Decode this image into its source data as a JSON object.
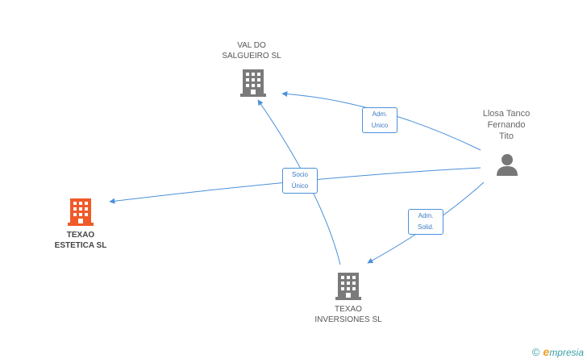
{
  "colors": {
    "edge": "#4a90d9",
    "building": "#7a7a7a",
    "main_building": "#f05a28",
    "person": "#777777"
  },
  "nodes": {
    "val_do_salgueiro": {
      "line1": "VAL DO",
      "line2": "SALGUEIRO SL",
      "icon": "building-icon"
    },
    "texao_estetica": {
      "line1": "TEXAO",
      "line2": "ESTETICA SL",
      "icon": "building-icon"
    },
    "texao_inversiones": {
      "line1": "TEXAO",
      "line2": "INVERSIONES SL",
      "icon": "building-icon"
    },
    "llosa_tanco": {
      "line1": "Llosa Tanco",
      "line2": "Fernando",
      "line3": "Tito",
      "icon": "person-icon"
    }
  },
  "edges": {
    "adm_unico": {
      "line1": "Adm.",
      "line2": "Unico"
    },
    "socio_unico": {
      "line1": "Socio",
      "line2": "Único"
    },
    "adm_solid": {
      "line1": "Adm.",
      "line2": "Solid."
    }
  },
  "brand": {
    "copyright": "©",
    "e": "e",
    "name": "mpresia"
  }
}
